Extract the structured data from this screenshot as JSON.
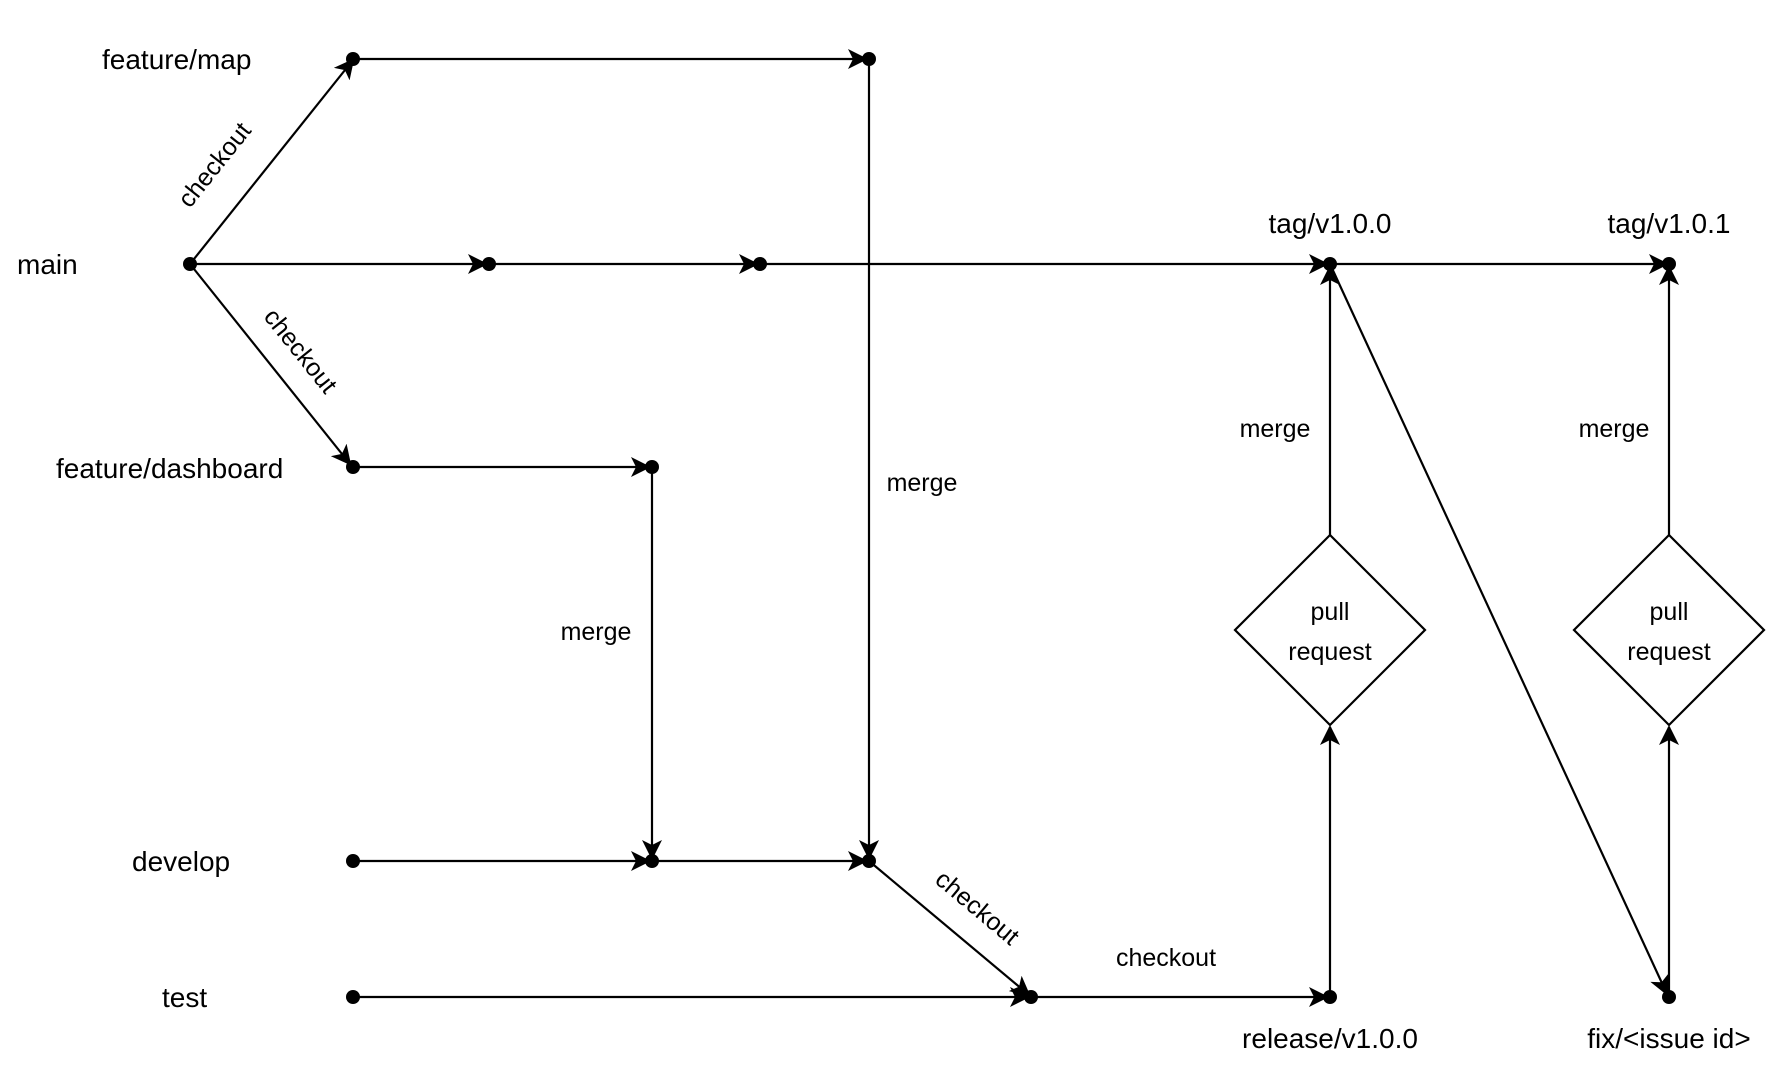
{
  "branches": {
    "feature_map": "feature/map",
    "main": "main",
    "feature_dashboard": "feature/dashboard",
    "develop": "develop",
    "test": "test",
    "release": "release/v1.0.0",
    "fix": "fix/<issue id>",
    "tag_100": "tag/v1.0.0",
    "tag_101": "tag/v1.0.1"
  },
  "edges": {
    "checkout_map": "checkout",
    "checkout_dashboard": "checkout",
    "merge_dashboard": "merge",
    "merge_map": "merge",
    "checkout_test": "checkout",
    "checkout_release": "checkout",
    "merge_tag100": "merge",
    "merge_tag101": "merge"
  },
  "pull_request_1": {
    "line1": "pull",
    "line2": "request"
  },
  "pull_request_2": {
    "line1": "pull",
    "line2": "request"
  },
  "colors": {
    "stroke": "#000000",
    "background": "#ffffff"
  }
}
